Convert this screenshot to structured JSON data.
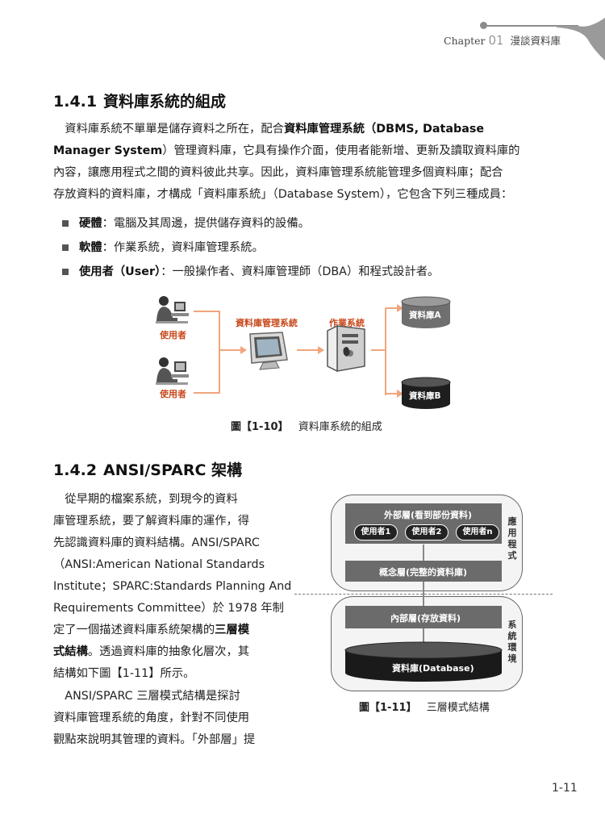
{
  "header": {
    "chapter_word": "Chapter",
    "chapter_num": "01",
    "chapter_title": "漫談資料庫"
  },
  "section1": {
    "num": "1.4.1",
    "title": "資料庫系統的組成",
    "para_lines": [
      [
        "　資料庫系統不單單是儲存資料之所在，配合",
        "資料庫管理系統（DBMS, Database",
        ""
      ],
      [
        "",
        "Manager System",
        "）管理資料庫，它具有操作介面，使用者能新增、更新及讀取資料庫的"
      ],
      [
        "內容，讓應用程式之間的資料彼此共享。因此，資料庫管理系統能管理多個資料庫；配合",
        "",
        ""
      ],
      [
        "存放資料的資料庫，才構成「資料庫系統」（Database System），它包含下列三種成員：",
        "",
        ""
      ]
    ],
    "bullets": [
      {
        "term": "硬體",
        "desc": "：電腦及其周邊，提供儲存資料的設備。"
      },
      {
        "term": "軟體",
        "desc": "：作業系統，資料庫管理系統。"
      },
      {
        "term": "使用者（User）",
        "desc": "：一般操作者、資料庫管理師（DBA）和程式設計者。"
      }
    ]
  },
  "figure1": {
    "user1_label": "使用者",
    "user2_label": "使用者",
    "dbms_label": "資料庫管理系統",
    "os_label": "作業系統",
    "dbA_label": "資料庫A",
    "dbB_label": "資料庫B",
    "caption_fig": "圖【1-10】",
    "caption_text": "資料庫系統的組成"
  },
  "section2": {
    "num": "1.4.2",
    "title": "ANSI/SPARC 架構",
    "para1_lines": [
      [
        "　從早期的檔案系統，到現今的資料",
        ""
      ],
      [
        "庫管理系統，要了解資料庫的運作，得",
        ""
      ],
      [
        "先認識資料庫的資料結構。ANSI/SPARC",
        ""
      ],
      [
        "（ANSI:American National Standards",
        ""
      ],
      [
        "Institute；SPARC:Standards Planning And",
        ""
      ],
      [
        "Requirements Committee）於 1978 年制",
        ""
      ],
      [
        "定了一個描述資料庫系統架構的",
        "三層模"
      ],
      [
        "式結構",
        "。透過資料庫的抽象化層次，其"
      ],
      [
        "結構如下圖【1-11】所示。",
        ""
      ]
    ],
    "para2_lines": [
      "　ANSI/SPARC 三層模式結構是探討",
      "資料庫管理系統的角度，針對不同使用",
      "觀點來說明其管理的資料。「外部層」提"
    ]
  },
  "figure2": {
    "external_title": "外部層(看到部份資料)",
    "users": [
      "使用者1",
      "使用者2",
      "使用者n"
    ],
    "conceptual": "概念層(完整的資料庫)",
    "internal": "內部層(存放資料)",
    "database": "資料庫(Database)",
    "side_app": "應用程式",
    "side_sys": "系統環境",
    "caption_fig": "圖【1-11】",
    "caption_text": "三層模式結構"
  },
  "page_number": "1-11"
}
